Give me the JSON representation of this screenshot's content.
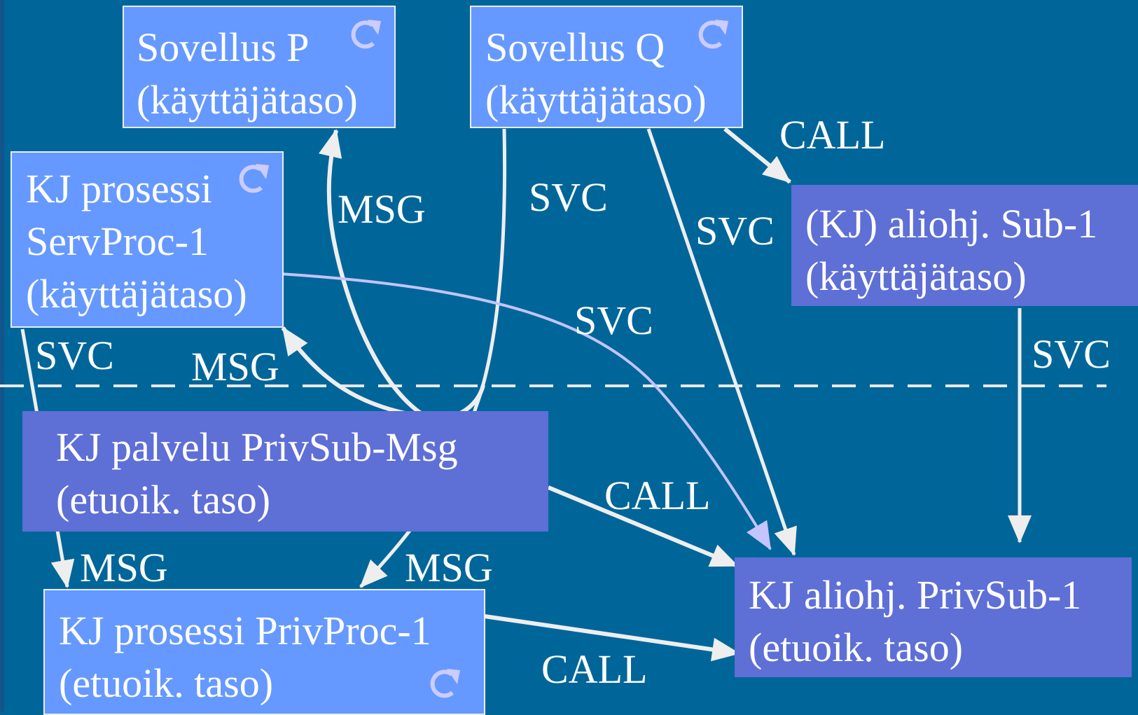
{
  "colors": {
    "background": "#006699",
    "user_level_box": "#6699ff",
    "privileged_box": "#5e6fd6",
    "arrow": "#eeeeee",
    "highlight_arrow": "#c4c4ff",
    "cycle_icon": "#ccccff"
  },
  "boxes": {
    "app_p": {
      "line1": "Sovellus P",
      "line2": "(käyttäjätaso)",
      "icon": "cycle-icon"
    },
    "app_q": {
      "line1": "Sovellus Q",
      "line2": "(käyttäjätaso)",
      "icon": "cycle-icon"
    },
    "servproc": {
      "line1": "KJ prosessi",
      "line2": "ServProc-1",
      "line3": "(käyttäjätaso)",
      "icon": "cycle-icon"
    },
    "sub1": {
      "line1": "(KJ) aliohj. Sub-1",
      "line2": "(käyttäjätaso)"
    },
    "privsub_msg": {
      "line1": "KJ palvelu PrivSub-Msg",
      "line2": "(etuoik. taso)"
    },
    "privproc": {
      "line1": "KJ prosessi PrivProc-1",
      "line2": "(etuoik. taso)",
      "icon": "cycle-icon"
    },
    "privsub1": {
      "line1": "KJ aliohj. PrivSub-1",
      "line2": "(etuoik. taso)"
    }
  },
  "labels": {
    "call_q_sub1": "CALL",
    "msg_to_p": "MSG",
    "svc_q_down": "SVC",
    "svc_q_privsub1": "SVC",
    "svc_servproc_privsub1": "SVC",
    "svc_servproc_left": "SVC",
    "msg_to_servproc": "MSG",
    "svc_sub1": "SVC",
    "call_privsubmsg": "CALL",
    "msg_left": "MSG",
    "msg_to_privproc": "MSG",
    "call_privproc": "CALL"
  }
}
